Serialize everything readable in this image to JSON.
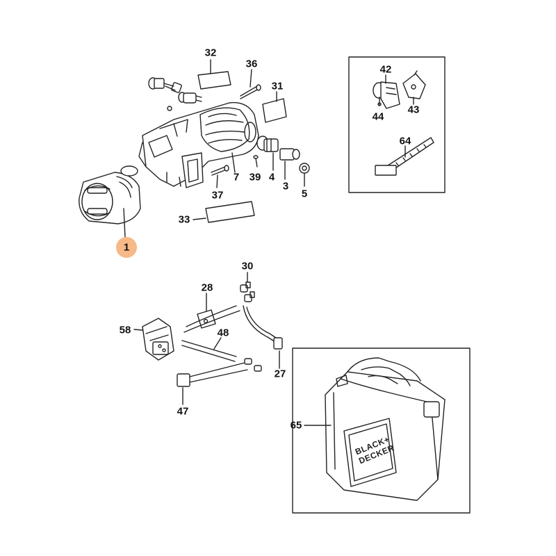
{
  "callouts": {
    "c1": "1",
    "c3": "3",
    "c4": "4",
    "c5": "5",
    "c7": "7",
    "c27": "27",
    "c28": "28",
    "c30": "30",
    "c31": "31",
    "c32": "32",
    "c33": "33",
    "c36": "36",
    "c37": "37",
    "c39": "39",
    "c42": "42",
    "c43": "43",
    "c44": "44",
    "c47": "47",
    "c48": "48",
    "c58": "58",
    "c64": "64",
    "c65": "65"
  },
  "highlight": {
    "part": "1",
    "color": "#f6b987"
  },
  "case_logo": {
    "line1": "BLACK+",
    "line2": "DECKER"
  }
}
